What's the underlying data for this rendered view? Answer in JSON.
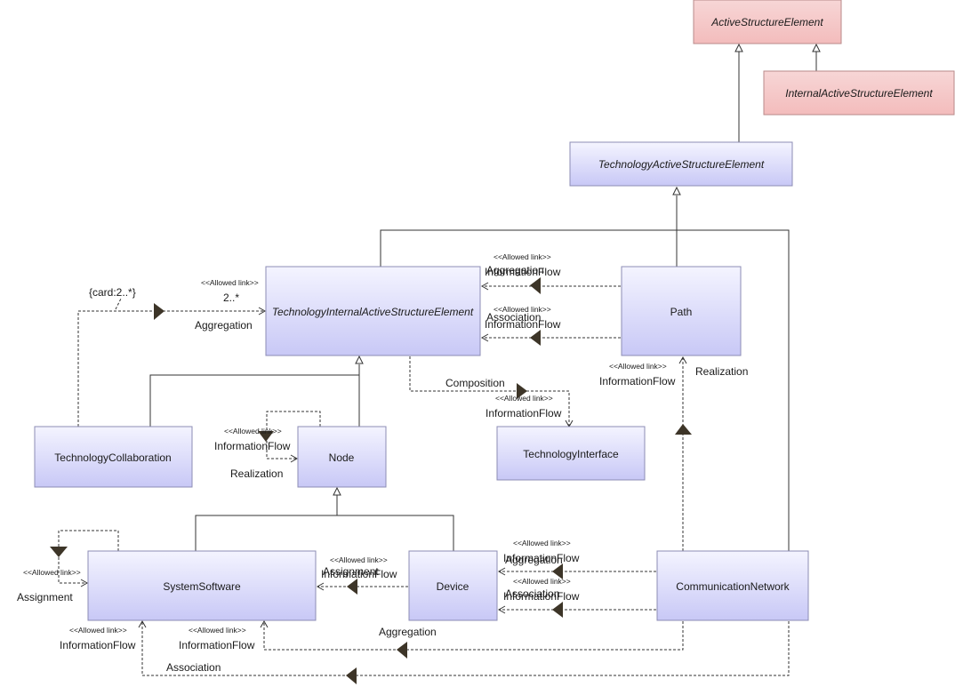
{
  "colors": {
    "abstract_fill_top": "#f7d6d6",
    "abstract_fill_bottom": "#f3bcbc",
    "abstract_stroke": "#b88a8a",
    "tech_fill_top": "#f4f4ff",
    "tech_fill_bottom": "#c8c8f6",
    "tech_stroke": "#8c8cb4",
    "line": "#333333",
    "arrowhead": "#3d3528"
  },
  "elements": {
    "active_structure_element": "ActiveStructureElement",
    "internal_active_structure_element": "InternalActiveStructureElement",
    "technology_active_structure_element": "TechnologyActiveStructureElement",
    "technology_internal_active_structure_element": "TechnologyInternalActiveStructureElement",
    "path": "Path",
    "technology_collaboration": "TechnologyCollaboration",
    "node": "Node",
    "technology_interface": "TechnologyInterface",
    "system_software": "SystemSoftware",
    "device": "Device",
    "communication_network": "CommunicationNetwork"
  },
  "labels": {
    "allowed_link": "<<Allowed link>>",
    "aggregation": "Aggregation",
    "association": "Association",
    "information_flow": "InformationFlow",
    "composition": "Composition",
    "realization": "Realization",
    "assignment": "Assignment",
    "multiplicity": "2..*",
    "constraint": "{card:2..*}"
  }
}
